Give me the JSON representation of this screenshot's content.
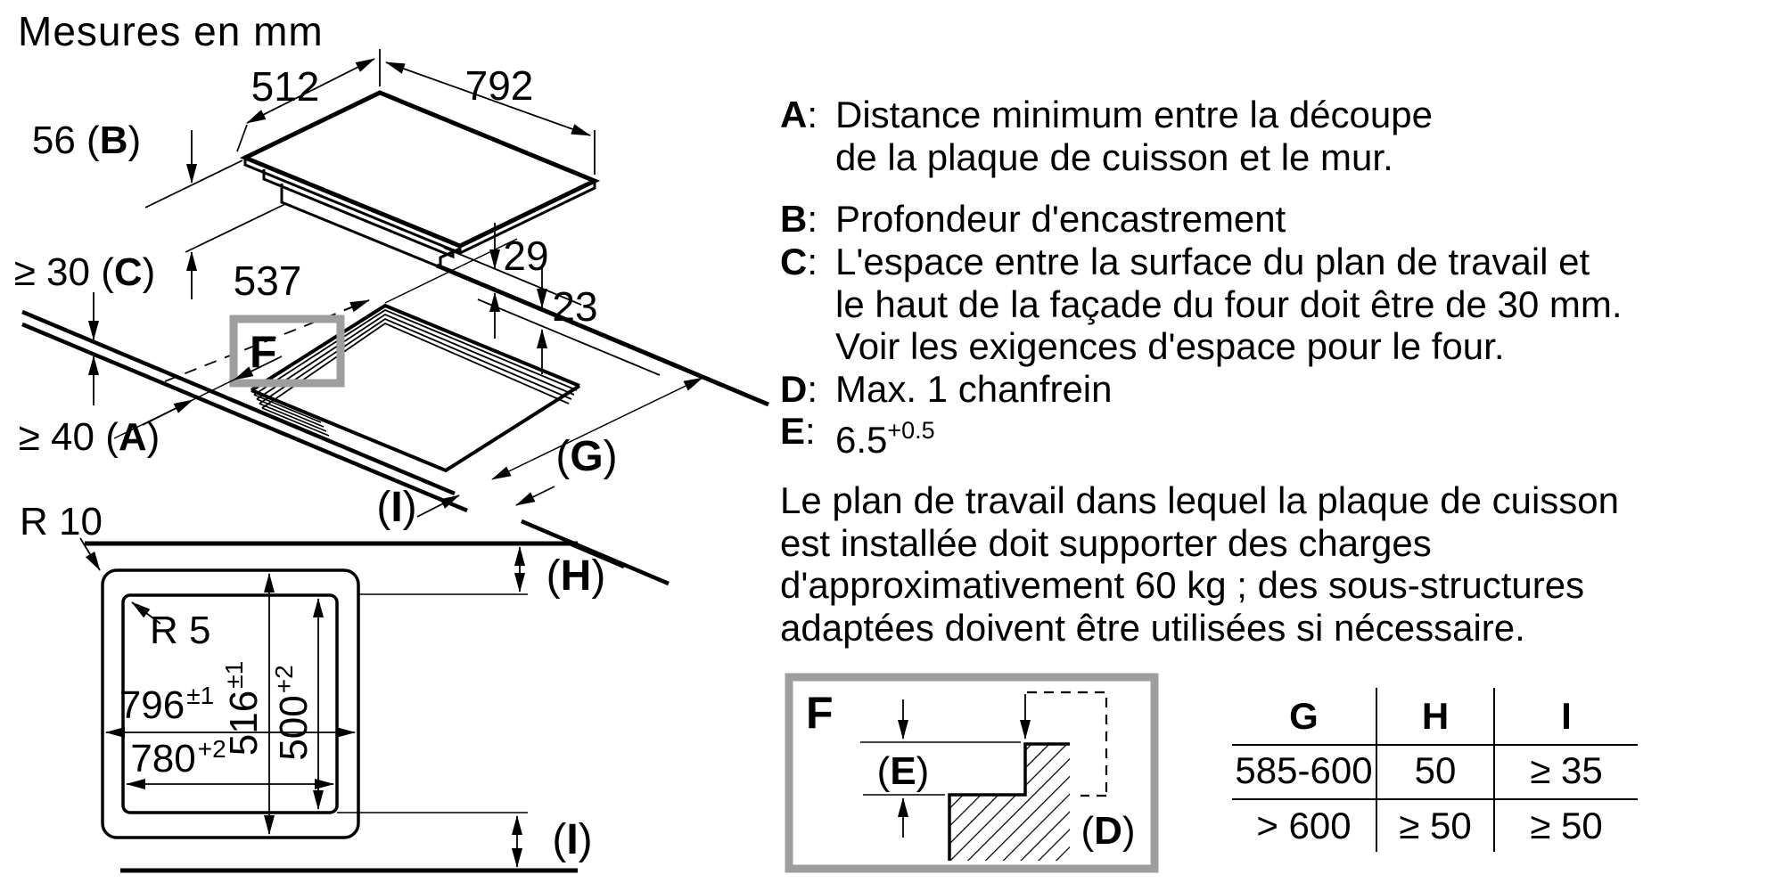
{
  "title": "Mesures en mm",
  "ui": {
    "colon": ":",
    "lp": "(",
    "rp": ")"
  },
  "iso": {
    "dim_width_back": "512",
    "dim_width_front": "792",
    "dim_depth": {
      "num": "56",
      "pre": " (",
      "letter": "B",
      "post": ")"
    },
    "dim_clearance_c": {
      "num": "≥ 30",
      "pre": " (",
      "letter": "C",
      "post": ")"
    },
    "dim_clearance_a": {
      "num": "≥ 40",
      "pre": " (",
      "letter": "A",
      "post": ")"
    },
    "dim_diagonal": "537",
    "dim_overhang": "29",
    "dim_recess": "23",
    "label_g": {
      "pre": "(",
      "letter": "G",
      "post": ")"
    },
    "label_i": {
      "pre": "(",
      "letter": "I",
      "post": ")"
    },
    "label_f": "F"
  },
  "plan": {
    "radius_outer": "R 10",
    "radius_inner": "R 5",
    "dim_height_outer": {
      "value": "516",
      "sup": "±1"
    },
    "dim_height_inner": {
      "value": "500",
      "sup": "+2"
    },
    "dim_width_outer": {
      "value": "796",
      "sup": "±1"
    },
    "dim_width_inner": {
      "value": "780",
      "sup": "+2"
    },
    "label_h": {
      "pre": "(",
      "letter": "H",
      "post": ")"
    },
    "label_i": {
      "pre": "(",
      "letter": "I",
      "post": ")"
    }
  },
  "legend": {
    "items": [
      {
        "label": "A",
        "text": "Distance minimum entre la découpe\nde la plaque de cuisson et le mur."
      },
      {
        "label": "B",
        "text": "Profondeur d'encastrement"
      },
      {
        "label": "C",
        "text": "L'espace entre la surface du plan de travail et\nle haut de la façade du four doit être de 30 mm.\nVoir les exigences d'espace pour le four."
      },
      {
        "label": "D",
        "text": "Max. 1 chanfrein"
      }
    ],
    "item_e": {
      "label": "E",
      "value": "6.5",
      "sup": "+0.5"
    }
  },
  "note": "Le plan de travail dans lequel la plaque de cuisson\nest installée doit supporter des charges\nd'approximativement 60 kg ; des sous-structures\nadaptées doivent être utilisées si nécessaire.",
  "detail": {
    "label": "F",
    "dim_e": {
      "pre": "(",
      "letter": "E",
      "post": ")"
    },
    "dim_d": {
      "pre": "(",
      "letter": "D",
      "post": ")"
    }
  },
  "table": {
    "headers": [
      "G",
      "H",
      "I"
    ],
    "rows": [
      [
        "585-600",
        "50",
        "≥ 35"
      ],
      [
        "> 600",
        "≥ 50",
        "≥ 50"
      ]
    ]
  }
}
